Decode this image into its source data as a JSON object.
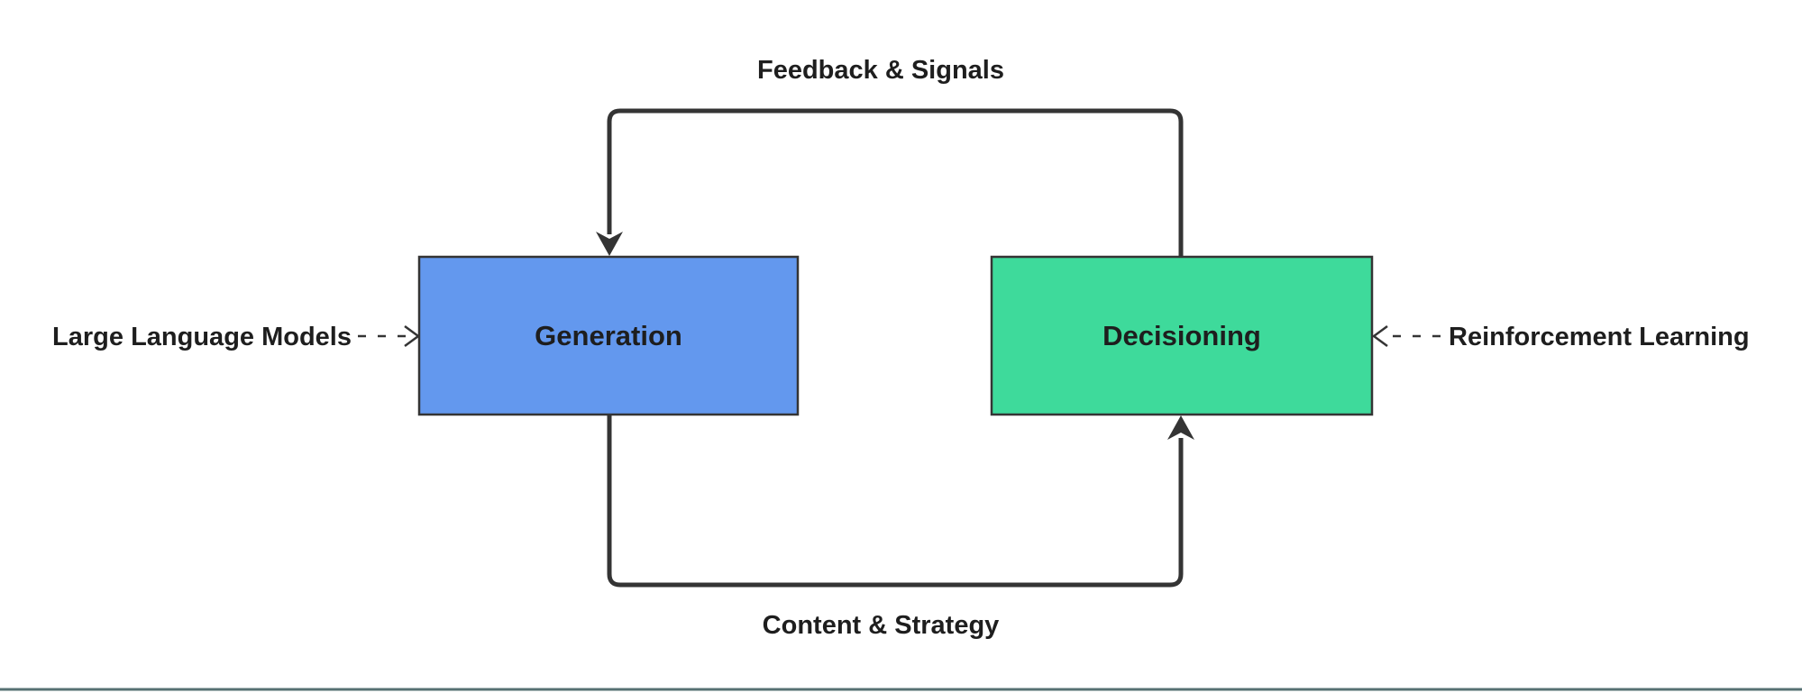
{
  "nodes": {
    "generation": {
      "label": "Generation"
    },
    "decisioning": {
      "label": "Decisioning"
    }
  },
  "edges": {
    "feedback": {
      "label": "Feedback & Signals",
      "from": "Decisioning",
      "to": "Generation"
    },
    "content": {
      "label": "Content & Strategy",
      "from": "Generation",
      "to": "Decisioning"
    }
  },
  "annotations": {
    "llm": {
      "label": "Large Language Models",
      "points_to": "Generation"
    },
    "rl": {
      "label": "Reinforcement Learning",
      "points_to": "Decisioning"
    }
  },
  "colors": {
    "line": "#343434",
    "text": "#1e1e1e",
    "generation_fill": "#6398EE",
    "decisioning_fill": "#3EDA9B",
    "bottom_rule": "#567173",
    "background": "#FFFFFF"
  }
}
